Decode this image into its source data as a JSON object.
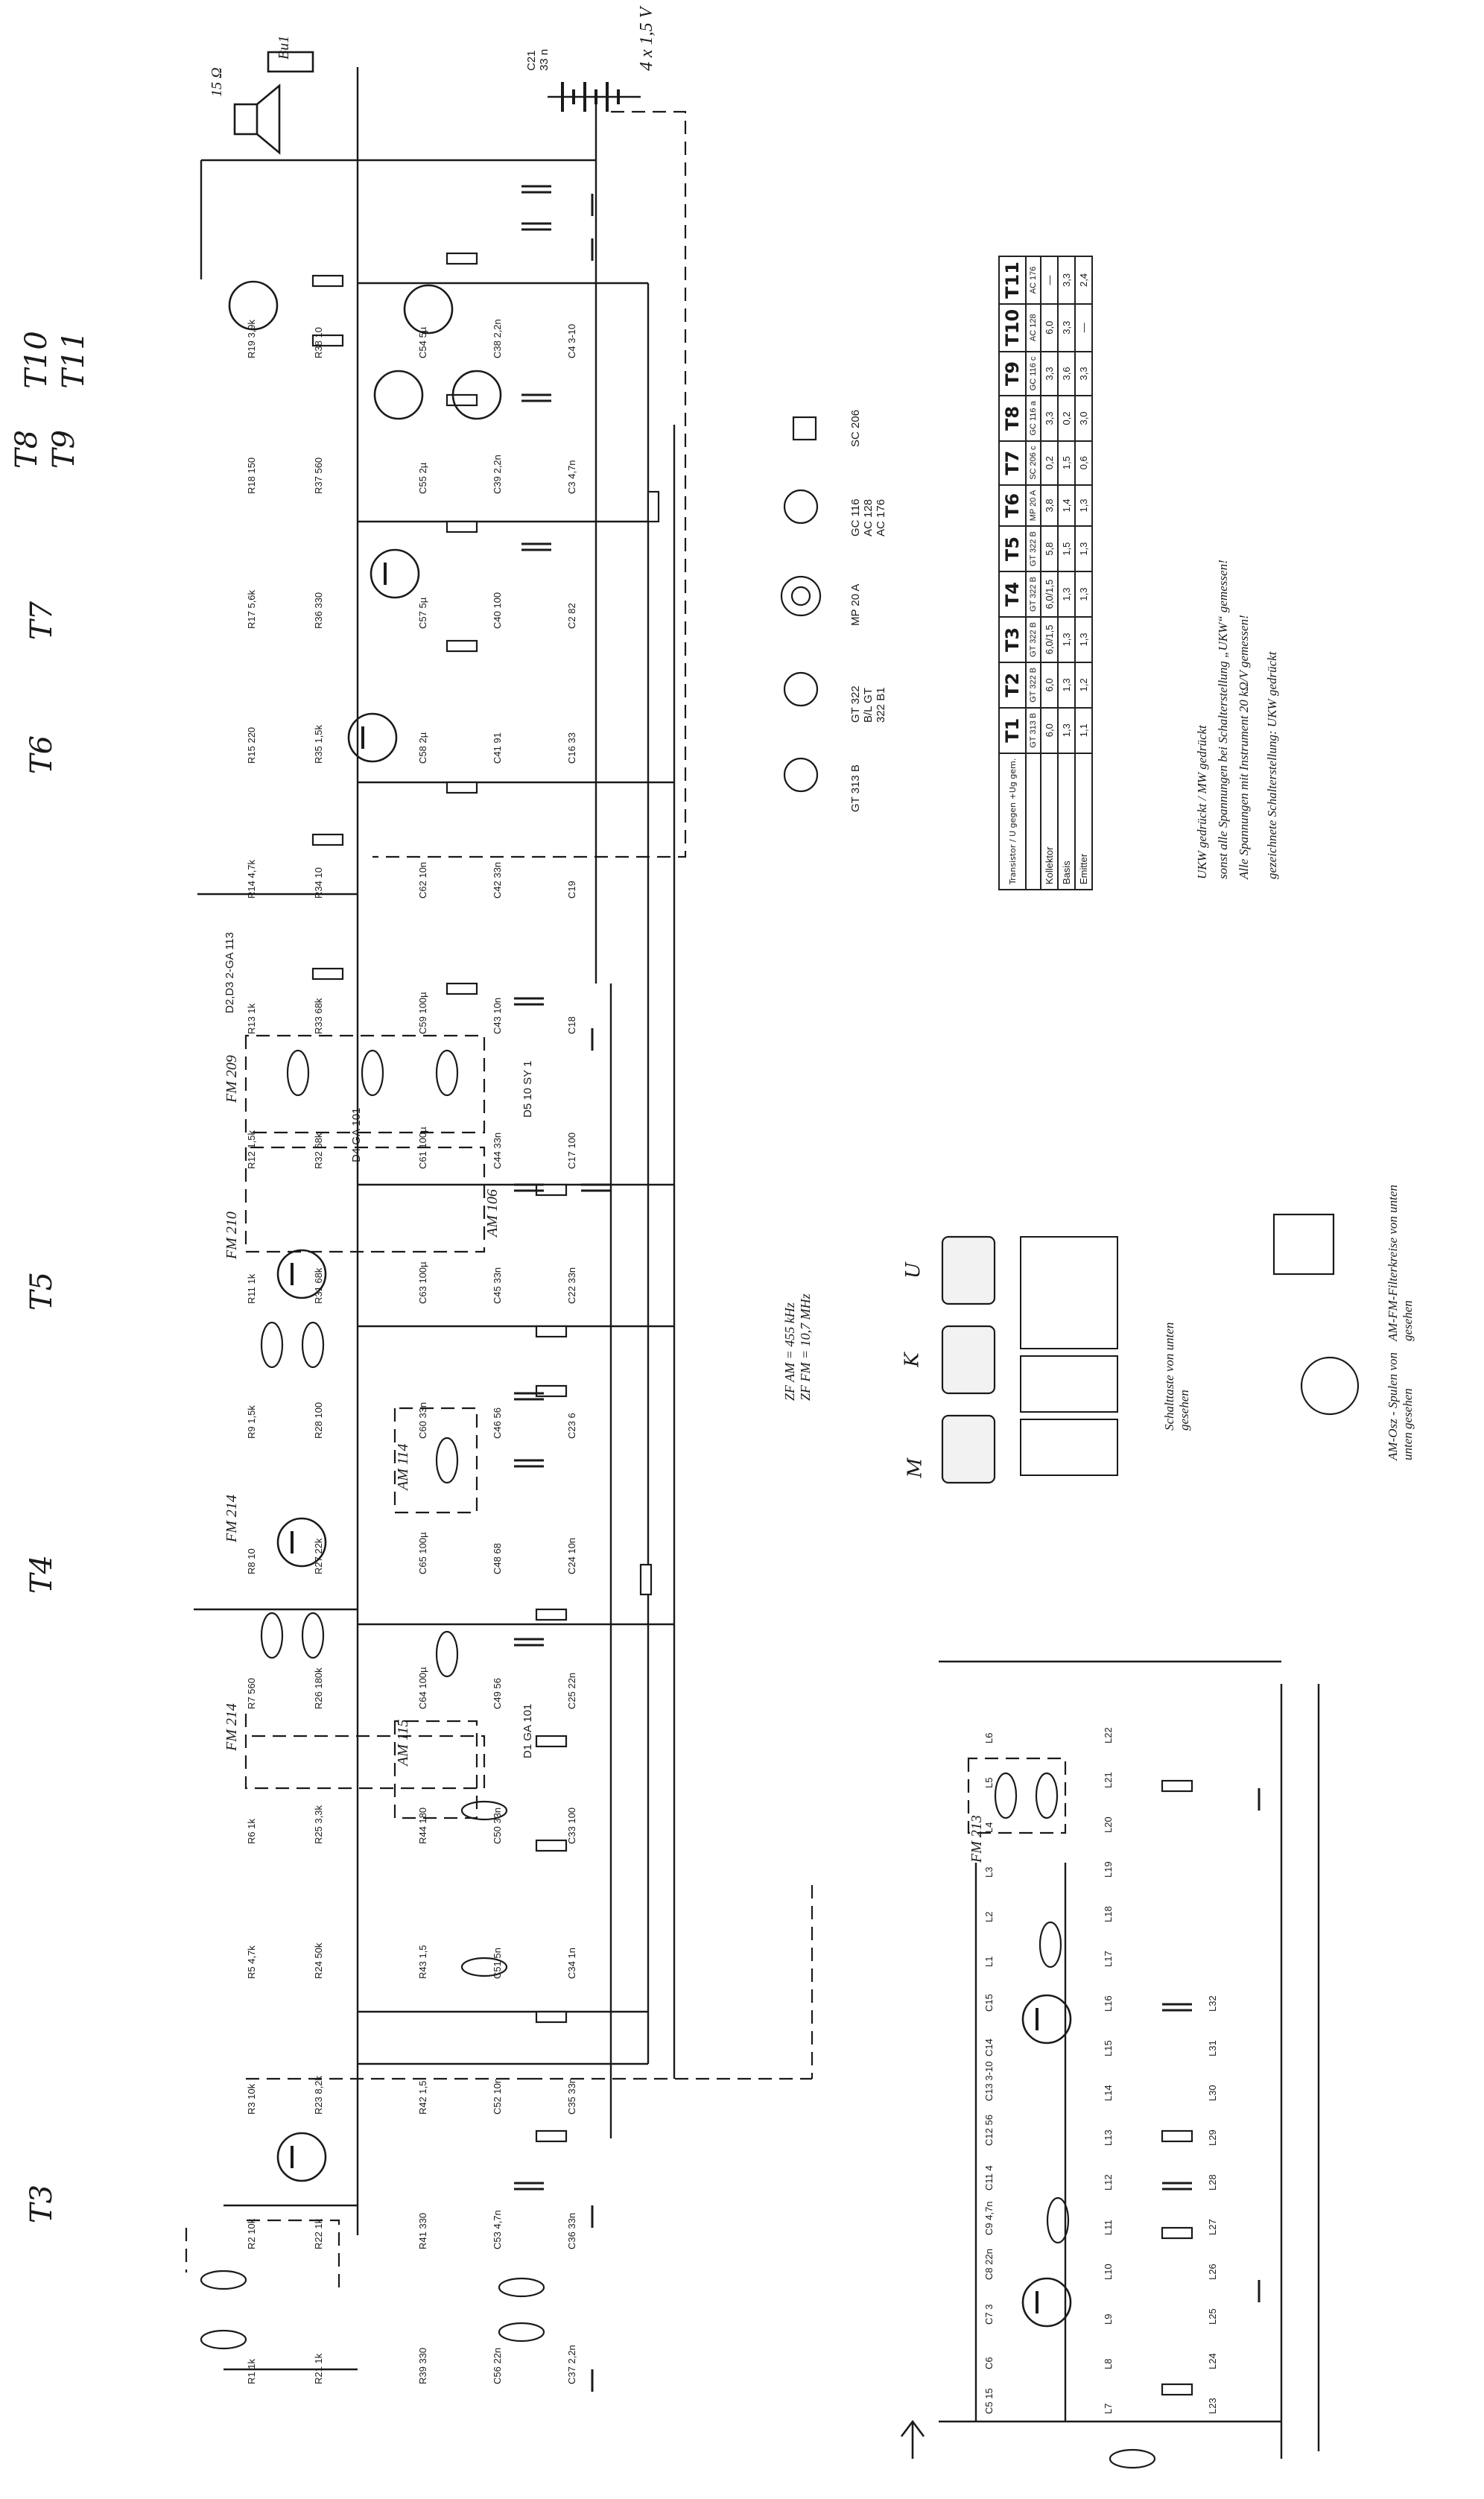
{
  "transistor_labels": [
    "T1",
    "T2",
    "T3",
    "T4",
    "T5",
    "T6",
    "T7",
    "T8",
    "T9",
    "T10",
    "T11"
  ],
  "supply": {
    "label": "4 x 1,5 V",
    "cap": "C21",
    "cap_value": "33 n"
  },
  "speaker": {
    "label": "15 Ω",
    "jack": "Bu1"
  },
  "if_note": {
    "line1": "ZF AM = 455 kHz",
    "line2": "ZF FM = 10,7 MHz"
  },
  "filter_labels": [
    "FM 214",
    "FM 214",
    "AM 115",
    "AM 114",
    "FM 210",
    "FM 209",
    "AM 106",
    "FM 213"
  ],
  "diode_labels": [
    "D1 GA 101",
    "D2,D3 2-GA 113",
    "D4 GA 101",
    "D5 10 SY 1"
  ],
  "pinout_labels": [
    "GT 313 B",
    "GT 322 B/L GT 322 B1",
    "MP 20 A",
    "GC 116 AC 128 AC 176",
    "SC 206"
  ],
  "switch_labels": {
    "keys": [
      "M",
      "K",
      "U"
    ],
    "caption": "Schalttaste von unten gesehen"
  },
  "coil_note": {
    "osc": "AM-Osz - Spulen von unten gesehen",
    "filter": "AM-FM-Filterkreise von unten gesehen"
  },
  "voltage_table": {
    "corner": "Transistor / U gegen +Ug gem.",
    "headers": [
      "T1",
      "T2",
      "T3",
      "T4",
      "T5",
      "T6",
      "T7",
      "T8",
      "T9",
      "T10",
      "T11"
    ],
    "types": [
      "GT 313 B",
      "GT 322 B",
      "GT 322 B",
      "GT 322 B",
      "GT 322 B",
      "MP 20 A",
      "SC 206 c",
      "GC 116 a",
      "GC 116 c",
      "AC 128",
      "AC 176"
    ],
    "rows": [
      {
        "name": "Kollektor",
        "values": [
          "6,0",
          "6,0",
          "6,0/1,5",
          "6,0/1,5",
          "5,8",
          "3,8",
          "0,2",
          "3,3",
          "3,3",
          "6,0",
          "—"
        ]
      },
      {
        "name": "Basis",
        "values": [
          "1,3",
          "1,3",
          "1,3",
          "1,3",
          "1,5",
          "1,4",
          "1,5",
          "0,2",
          "3,6",
          "3,3",
          "3,3"
        ]
      },
      {
        "name": "Emitter",
        "values": [
          "1,1",
          "1,2",
          "1,3",
          "1,3",
          "1,3",
          "1,3",
          "0,6",
          "3,0",
          "3,3",
          "—",
          "2,4"
        ]
      }
    ]
  },
  "notes": [
    "UKW gedrückt / MW gedrückt",
    "sonst alle Spannungen bei Schalterstellung „UKW“ gemessen!",
    "Alle Spannungen mit Instrument 20 kΩ/V gemessen!",
    "gezeichnete Schalterstellung: UKW gedrückt"
  ],
  "components": [
    "R1 1k",
    "R2 10k",
    "R3 10k",
    "R5 4,7k",
    "R6 1k",
    "R7 560",
    "R8 10",
    "R9 1,5k",
    "R11 1k",
    "R12 1,5k",
    "R13 1k",
    "R14 4,7k",
    "R15 220",
    "R17 5,6k",
    "R18 150",
    "R19 3,9k",
    "R21 1k",
    "R22 1k",
    "R23 8,2k",
    "R24 50k",
    "R25 3,3k",
    "R26 180k",
    "R27 22k",
    "R28 100",
    "R31 68k",
    "R32 68k",
    "R33 68k",
    "R34 10",
    "R35 1,5k",
    "R36 330",
    "R37 560",
    "R38 10",
    "R39 330",
    "R41 330",
    "R42 1,5",
    "R43 1,5",
    "R44 180",
    "C64 100µ",
    "C65 100µ",
    "C60 33n",
    "C63 100µ",
    "C61 100µ",
    "C59 100µ",
    "C62 10n",
    "C58 2µ",
    "C57 5µ",
    "C55 2µ",
    "C54 5µ",
    "C56 22n",
    "C53 4,7n",
    "C52 10n",
    "C51 5n",
    "C50 33n",
    "C49 56",
    "C48 68",
    "C46 56",
    "C45 33n",
    "C44 33n",
    "C43 10n",
    "C42 33n",
    "C41 91",
    "C40 100",
    "C39 2,2n",
    "C38 2,2n",
    "C37 2,2n",
    "C36 33n",
    "C35 33n",
    "C34 1n",
    "C33 100",
    "C25 22n",
    "C24 10n",
    "C23 6",
    "C22 33n",
    "C17 100",
    "C18",
    "C19",
    "C16 33",
    "C2 82",
    "C3 4,7n",
    "C4 3-10",
    "C5 15",
    "C6",
    "C7 3",
    "C8 22n",
    "C9 4,7n",
    "C11 4",
    "C12 56",
    "C13 3-10",
    "C14",
    "C15",
    "L1",
    "L2",
    "L3",
    "L4",
    "L5",
    "L6",
    "L7",
    "L8",
    "L9",
    "L10",
    "L11",
    "L12",
    "L13",
    "L14",
    "L15",
    "L16",
    "L17",
    "L18",
    "L19",
    "L20",
    "L21",
    "L22",
    "L23",
    "L24",
    "L25",
    "L26",
    "L27",
    "L28",
    "L29",
    "L30",
    "L31",
    "L32"
  ]
}
